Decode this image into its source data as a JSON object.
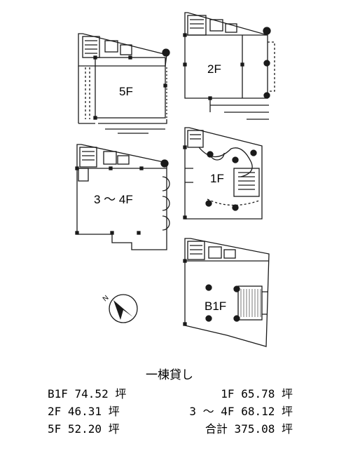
{
  "floors": {
    "f5": "5F",
    "f2": "2F",
    "f34": "3 ～ 4F",
    "f1": "1F",
    "b1": "B1F"
  },
  "compass": {
    "north": "N",
    "icon": "north-arrow-icon"
  },
  "summary": {
    "title": "一棟貸し",
    "rows": [
      [
        "B1F 74.52 坪",
        "1F 65.78 坪"
      ],
      [
        "2F 46.31 坪",
        "3 ～ 4F 68.12 坪"
      ],
      [
        "5F 52.20 坪",
        "合計 375.08 坪"
      ]
    ]
  },
  "colors": {
    "line": "#1a1a1a",
    "hatch": "#777777",
    "background": "#ffffff"
  }
}
